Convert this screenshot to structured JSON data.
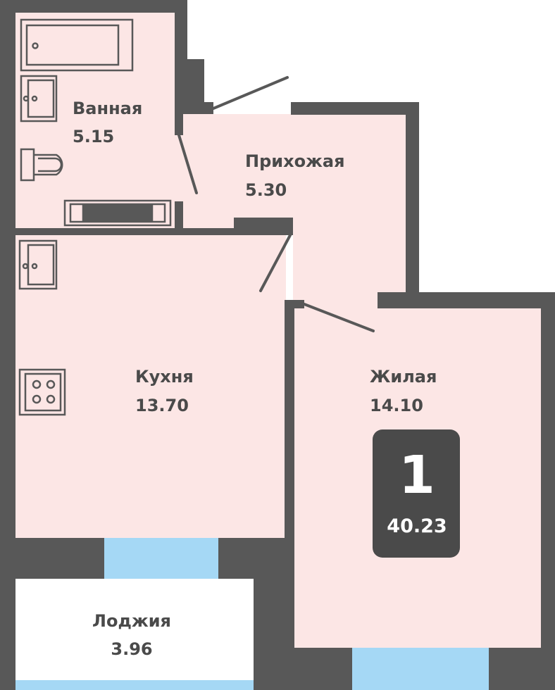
{
  "colors": {
    "wall": "#585858",
    "room_fill": "#fce6e5",
    "window": "#a5d8f5",
    "fixture_stroke": "#585858",
    "badge_bg": "#4a4a4a",
    "label": "#4a4a4a"
  },
  "rooms": {
    "bathroom": {
      "name": "Ванная",
      "area": "5.15"
    },
    "hallway": {
      "name": "Прихожая",
      "area": "5.30"
    },
    "kitchen": {
      "name": "Кухня",
      "area": "13.70"
    },
    "living": {
      "name": "Жилая",
      "area": "14.10"
    },
    "loggia": {
      "name": "Лоджия",
      "area": "3.96"
    }
  },
  "badge": {
    "rooms": "1",
    "total_area": "40.23"
  },
  "icons": [
    "bathtub-icon",
    "sink-icon",
    "toilet-icon",
    "washing-machine-icon",
    "stove-icon"
  ]
}
